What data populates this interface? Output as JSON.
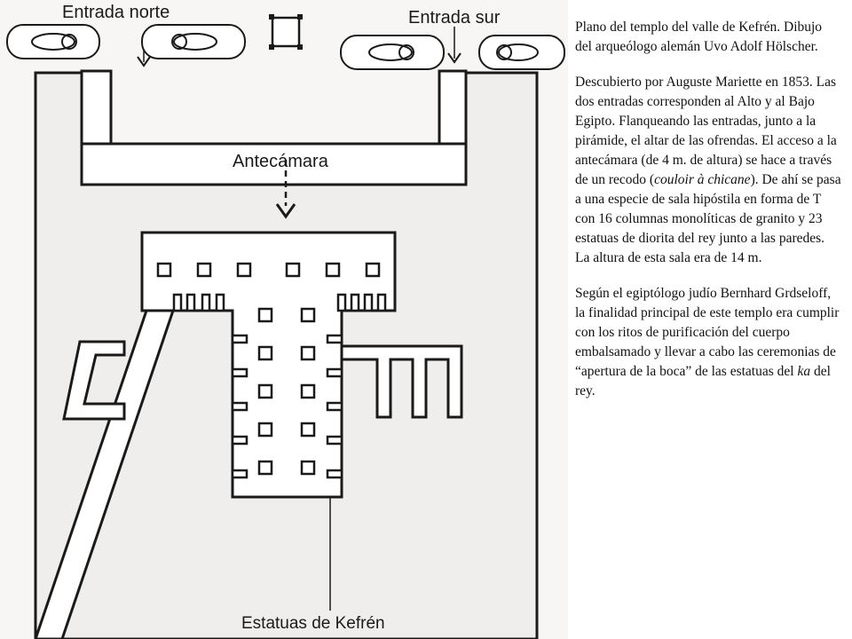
{
  "plan": {
    "labels": {
      "north_entrance": "Entrada norte",
      "south_entrance": "Entrada sur",
      "antechamber": "Antecámara",
      "statues": "Estatuas de Kefrén"
    }
  },
  "caption": {
    "title": "Plano del templo del valle de Kefrén. Dibujo del arqueólogo alemán Uvo Adolf Hölscher.",
    "paragraph_1": {
      "part_1": "Descubierto por Auguste Mariette en 1853. Las dos entradas corresponden al Alto y al Bajo Egipto. Flanqueando las entradas, junto a la pirámide, el altar de las ofrendas. El acceso a la antecámara (de 4 m. de altura) se hace a través de un recodo (",
      "italic": "couloir à chicane",
      "part_2": "). De ahí se pasa a una especie de sala hipóstila en forma de T con 16 columnas monolíticas de granito y 23 estatuas de diorita del rey junto a las paredes. La altura de esta sala era de 14 m."
    },
    "paragraph_2": {
      "part_1": "Según el egiptólogo judío Bernhard Grdseloff, la finalidad principal de este templo era cumplir con los ritos de purificación del cuerpo embalsamado y llevar a cabo las ceremonias de “apertura de la boca” de las estatuas del ",
      "italic": "ka",
      "part_2": " del rey."
    }
  }
}
